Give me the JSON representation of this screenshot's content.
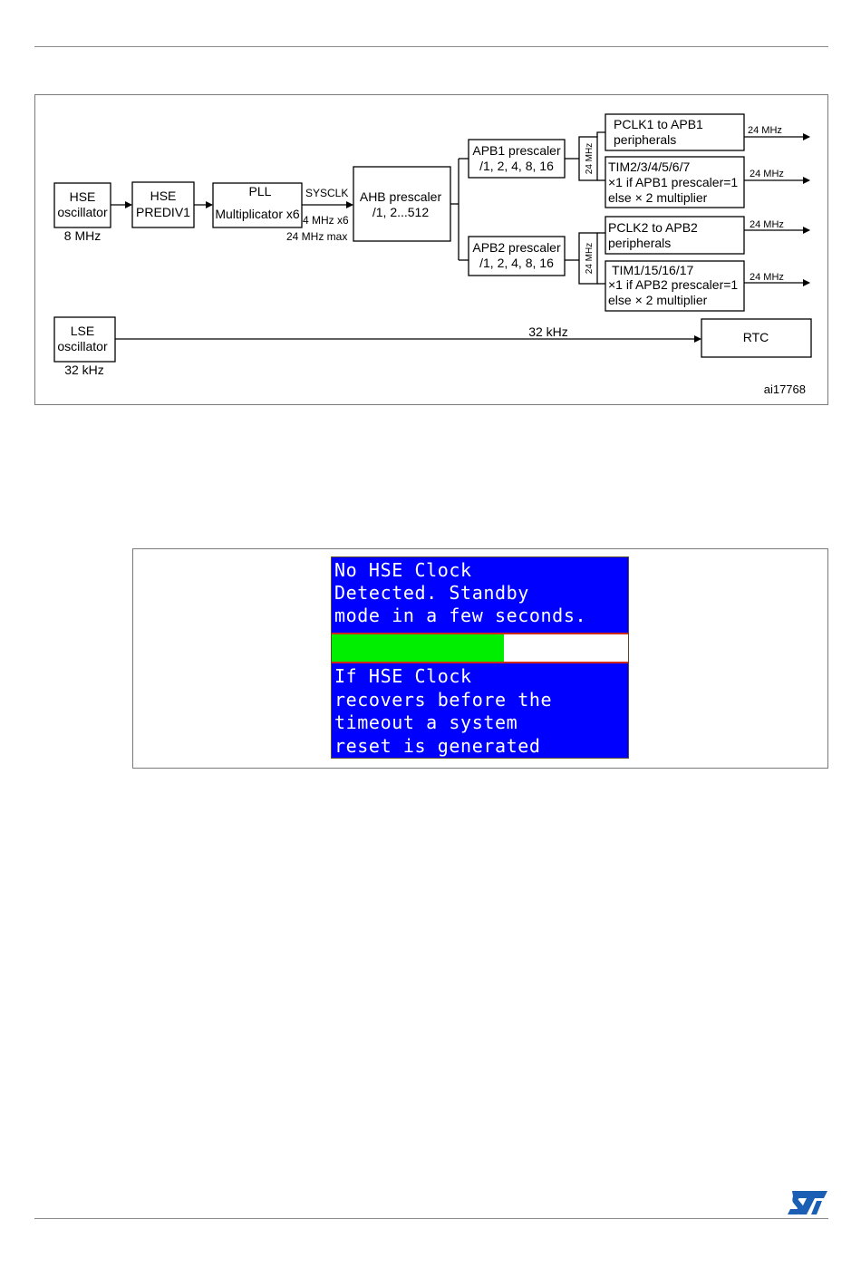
{
  "clock_tree": {
    "hse_oscillator": [
      "HSE",
      "oscillator"
    ],
    "hse_freq": "8 MHz",
    "hse_prediv": [
      "HSE",
      "PREDIV1"
    ],
    "pll": [
      "PLL",
      "Multiplicator x6"
    ],
    "sysclk": "SYSCLK",
    "pll_factor": "4 MHz x6",
    "pll_max": "24 MHz max",
    "ahb": [
      "AHB prescaler",
      "/1, 2...512"
    ],
    "apb1": [
      "APB1 prescaler",
      "/1, 2, 4, 8, 16"
    ],
    "apb2": [
      "APB2 prescaler",
      "/1, 2, 4, 8, 16"
    ],
    "apb1_freq_vertical": "24 MHz",
    "apb2_freq_vertical": "24 MHz",
    "pclk1": [
      "PCLK1 to APB1",
      "peripherals"
    ],
    "tim_apb1": [
      "TIM2/3/4/5/6/7",
      "×1 if APB1 prescaler=1",
      "else × 2 multiplier"
    ],
    "pclk2": [
      "PCLK2 to APB2",
      "peripherals"
    ],
    "tim_apb2": [
      "TIM1/15/16/17",
      "×1 if APB2 prescaler=1",
      "else × 2 multiplier"
    ],
    "out_freq_1": "24 MHz",
    "out_freq_2": "24 MHz",
    "out_freq_3": "24 MHz",
    "out_freq_4": "24 MHz",
    "lse_oscillator": [
      "LSE",
      "oscillator"
    ],
    "lse_freq": "32 kHz",
    "rtc_freq": "32 kHz",
    "rtc": "RTC",
    "figure_id": "ai17768"
  },
  "lcd": {
    "message_top": "No HSE Clock\nDetected. Standby\nmode in a few seconds.",
    "progress": 0.58,
    "message_bottom": "If HSE Clock\nrecovers before the\ntimeout a system\nreset is generated",
    "colors": {
      "background": "#0000ff",
      "text": "#ffffff",
      "progress_fill": "#00ee00",
      "progress_border": "#cc2a1a"
    }
  },
  "footer": {
    "logo": "st-logo",
    "logo_color": "#1a5fb4"
  }
}
